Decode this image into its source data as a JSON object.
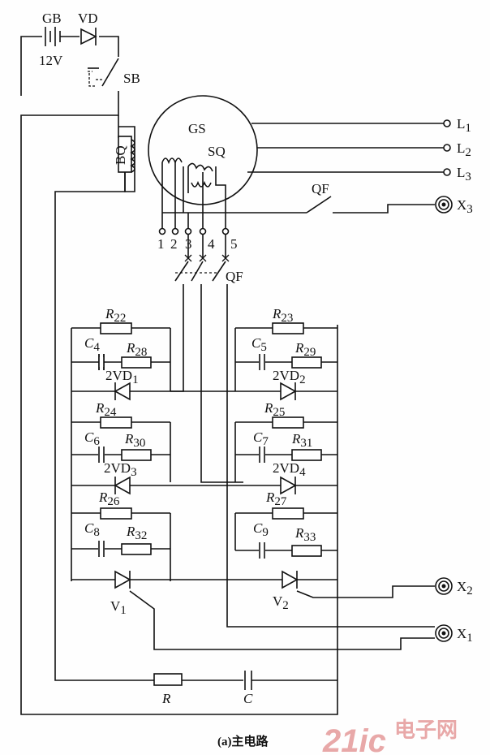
{
  "labels": {
    "GB": "GB",
    "VD": "VD",
    "V12": "12V",
    "SB": "SB",
    "BQ": "BQ",
    "GS": "GS",
    "SQ": "SQ",
    "L1": "L",
    "L2": "L",
    "L3": "L",
    "L_sub1": "1",
    "L_sub2": "2",
    "L_sub3": "3",
    "X3": "X",
    "X3_sub": "3",
    "X2": "X",
    "X2_sub": "2",
    "X1": "X",
    "X1_sub": "1",
    "QF_top": "QF",
    "QF_mid": "QF",
    "t1": "1",
    "t2": "2",
    "t3": "3",
    "t4": "4",
    "t5": "5",
    "R22": "R",
    "R22s": "22",
    "R23": "R",
    "R23s": "23",
    "C4": "C",
    "C4s": "4",
    "R28": "R",
    "R28s": "28",
    "C5": "C",
    "C5s": "5",
    "R29": "R",
    "R29s": "29",
    "VD1": "2VD",
    "VD1s": "1",
    "VD2": "2VD",
    "VD2s": "2",
    "R24": "R",
    "R24s": "24",
    "R25": "R",
    "R25s": "25",
    "C6": "C",
    "C6s": "6",
    "R30": "R",
    "R30s": "30",
    "C7": "C",
    "C7s": "7",
    "R31": "R",
    "R31s": "31",
    "VD3": "2VD",
    "VD3s": "3",
    "VD4": "2VD",
    "VD4s": "4",
    "R26": "R",
    "R26s": "26",
    "R27": "R",
    "R27s": "27",
    "C8": "C",
    "C8s": "8",
    "R32": "R",
    "R32s": "32",
    "C9": "C",
    "C9s": "9",
    "R33": "R",
    "R33s": "33",
    "V1": "V",
    "V1s": "1",
    "V2": "V",
    "V2s": "2",
    "R": "R",
    "C": "C"
  },
  "caption": "(a)主电路",
  "watermark": {
    "brand": "21ic",
    "cn": "电子网"
  }
}
